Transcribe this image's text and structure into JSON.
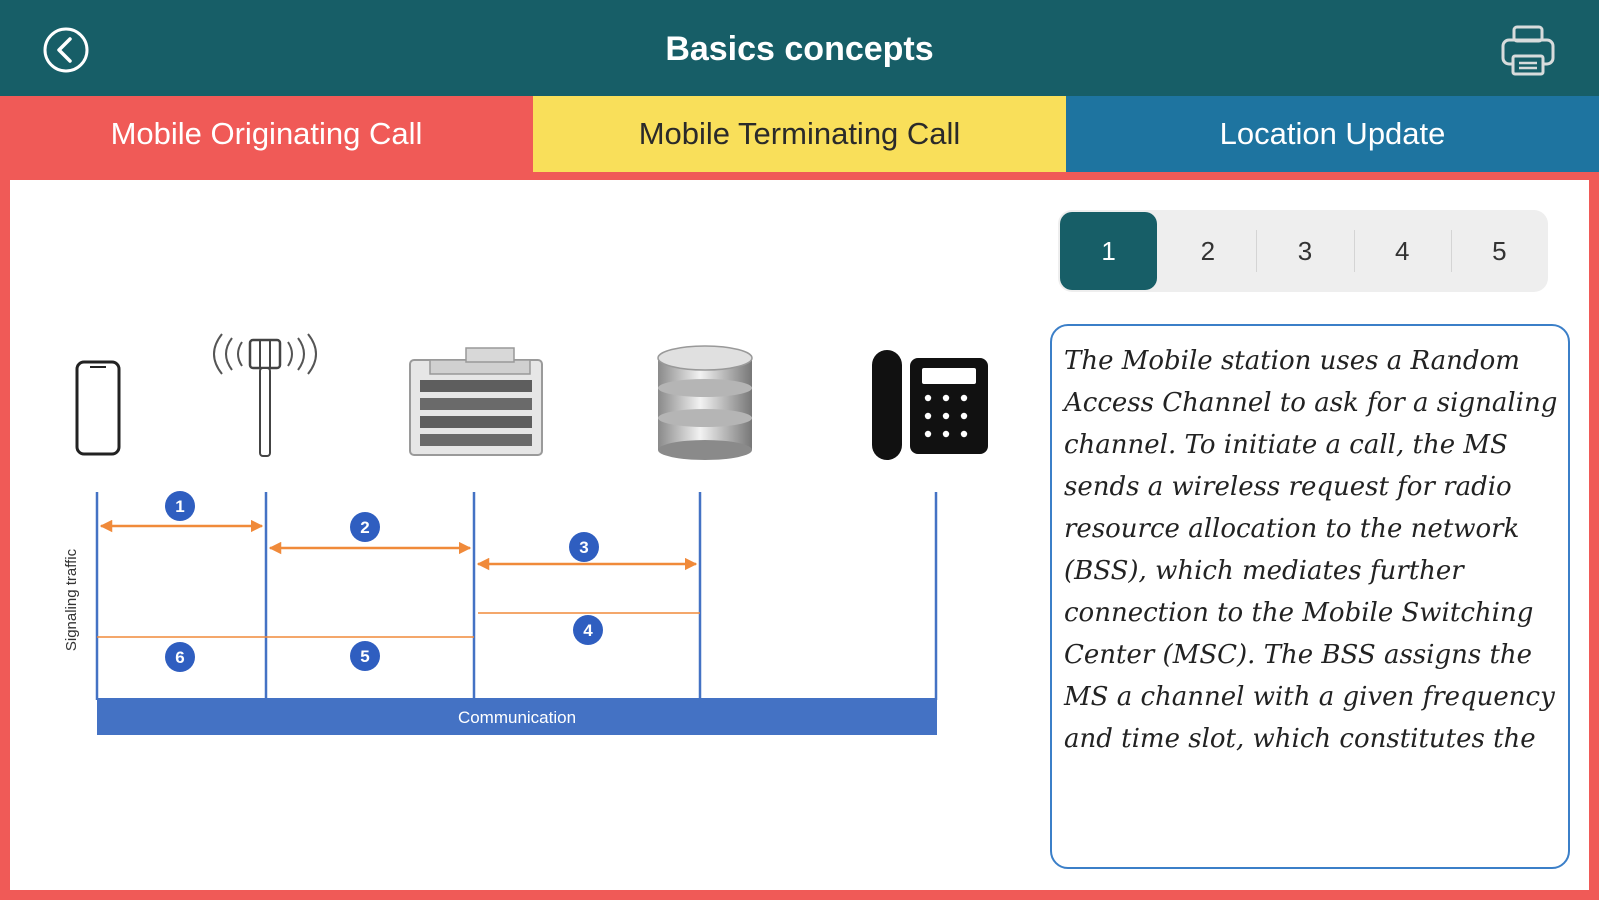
{
  "header": {
    "title": "Basics concepts",
    "back_icon": "back-chevron-icon",
    "print_icon": "printer-icon"
  },
  "tabs": [
    {
      "label": "Mobile Originating Call",
      "color": "#f05a57"
    },
    {
      "label": "Mobile Terminating Call",
      "color": "#f9df5a"
    },
    {
      "label": "Location Update",
      "color": "#1e74a0"
    }
  ],
  "steps": {
    "active": "1",
    "items": [
      "1",
      "2",
      "3",
      "4",
      "5"
    ]
  },
  "diagram": {
    "y_axis_label": "Signaling traffic",
    "bar_label": "Communication",
    "nodes": [
      "mobile-station-icon",
      "base-station-antenna-icon",
      "switching-center-server-icon",
      "database-icon",
      "desk-telephone-icon"
    ],
    "messages": [
      {
        "number": "1"
      },
      {
        "number": "2"
      },
      {
        "number": "3"
      },
      {
        "number": "4"
      },
      {
        "number": "5"
      },
      {
        "number": "6"
      }
    ],
    "colors": {
      "lines": "#4472c4",
      "arrows": "#f08a3a",
      "bar": "#4472c4"
    }
  },
  "description": "The Mobile station uses a Random Access Channel to ask for a signaling channel. To initiate a call, the MS sends a wireless request for radio resource allocation to the network (BSS), which mediates further connection to the Mobile Switching Center (MSC). The BSS assigns the MS a channel with a given frequency and time slot, which constitutes the"
}
